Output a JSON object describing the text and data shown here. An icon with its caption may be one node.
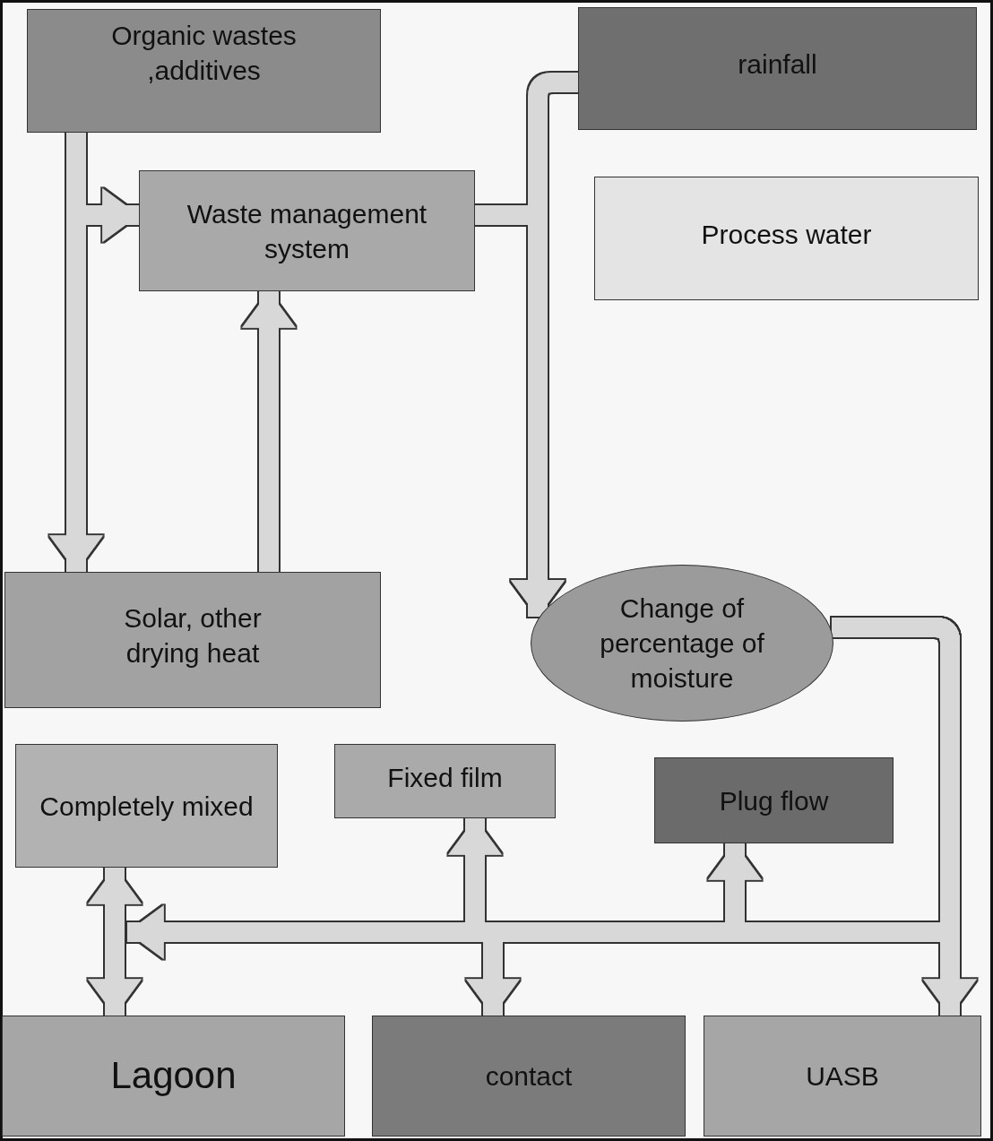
{
  "diagram": {
    "nodes": [
      {
        "text": [
          "Organic wastes ,additives"
        ]
      },
      {
        "text": [
          "rainfall"
        ]
      },
      {
        "text": [
          "Waste management system"
        ]
      },
      {
        "text": [
          "Process water"
        ]
      },
      {
        "text": [
          "Solar, other drying heat"
        ]
      },
      {
        "text": [
          "Change of percentage of moisture"
        ]
      },
      {
        "text": [
          "Completely mixed"
        ]
      },
      {
        "text": [
          "Fixed film"
        ]
      },
      {
        "text": [
          "Plug flow"
        ]
      },
      {
        "text": [
          "Lagoon"
        ]
      },
      {
        "text": [
          "contact"
        ]
      },
      {
        "text": [
          "UASB"
        ]
      }
    ],
    "edges": [
      {
        "from": 0,
        "to": 4,
        "arrow": "to"
      },
      {
        "from": 0,
        "to": 2,
        "arrow": "to"
      },
      {
        "from": 4,
        "to": 2,
        "arrow": "to"
      },
      {
        "from": 2,
        "to": 5,
        "arrow": "to"
      },
      {
        "from": 1,
        "to": 5,
        "arrow": "to"
      },
      {
        "from": 5,
        "to": 11,
        "arrow": "to"
      },
      {
        "from": 5,
        "to": 7,
        "arrow": "to"
      },
      {
        "from": 5,
        "to": 8,
        "arrow": "to"
      },
      {
        "from": 5,
        "to": 10,
        "arrow": "to"
      },
      {
        "from": 5,
        "to": 6,
        "arrow": "to"
      },
      {
        "from": 6,
        "to": 9,
        "arrow": "both"
      }
    ]
  }
}
